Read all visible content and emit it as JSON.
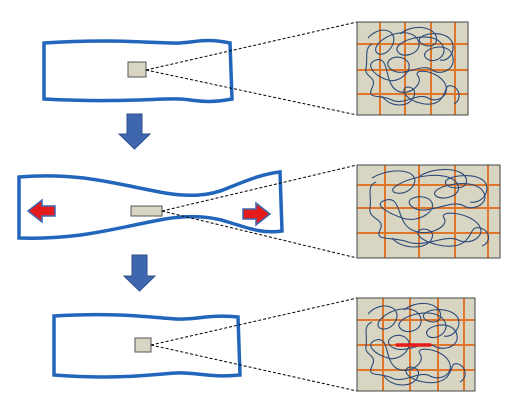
{
  "colors": {
    "specimen_outline": "#2266bb",
    "specimen_fill": "#ffffff",
    "marker_fill": "#d9d5c3",
    "marker_stroke": "#555555",
    "grid_background": "#d9d5c3",
    "grid_lines": "#e0762a",
    "grid_border": "#444444",
    "chain": "#2c4a78",
    "connector": "#000000",
    "down_arrow_fill": "#3f67ad",
    "down_arrow_stroke": "#2d4f8c",
    "force_arrow_fill": "#e31b1b",
    "force_arrow_stroke": "#3f67ad",
    "crack": "#e31b1b"
  },
  "stages": [
    {
      "state": "unloaded"
    },
    {
      "state": "stretched",
      "force_arrows": [
        "left",
        "right"
      ]
    },
    {
      "state": "fractured",
      "crack": true
    }
  ],
  "transition_arrows": [
    "down",
    "down"
  ]
}
